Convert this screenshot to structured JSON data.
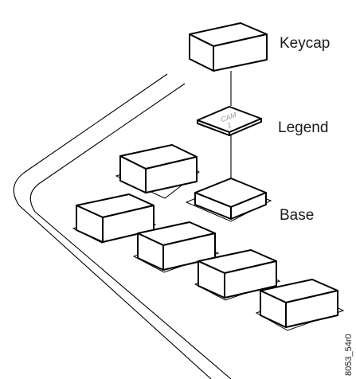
{
  "labels": {
    "keycap": "Keycap",
    "legend": "Legend",
    "base": "Base"
  },
  "legend_insert": {
    "line1": "CAM",
    "line2": "1"
  },
  "figure_id": "8053_54r0",
  "colors": {
    "stroke": "#000000",
    "fill": "#ffffff",
    "legend_text": "#9a9a9a"
  }
}
